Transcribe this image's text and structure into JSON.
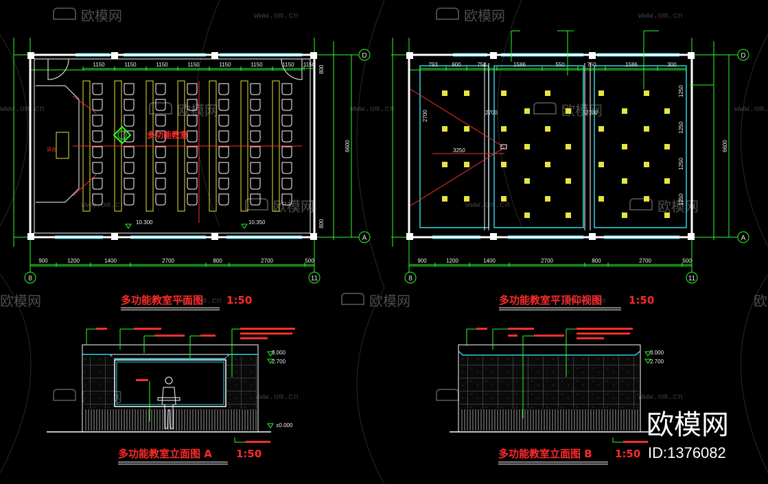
{
  "plan": {
    "title": "多功能教室平面图",
    "scale": "1:50",
    "room_label": "多功能教室",
    "podium_label": "讲台",
    "top_dims": [
      "1150",
      "1150",
      "1150",
      "1150",
      "1150",
      "1150",
      "1150",
      "1150"
    ],
    "bottom_dims": [
      "900",
      "1200",
      "1400",
      "2700",
      "800",
      "2700",
      "500"
    ],
    "right_dims": [
      "800",
      "6600",
      "800"
    ],
    "level_left": "10.300",
    "level_right": "10.350",
    "grid_top": "D",
    "grid_bottom": "A",
    "grid_left": "8",
    "grid_right": "11"
  },
  "ceiling": {
    "title": "多功能教室平顶仰视图",
    "scale": "1:50",
    "top_dims": [
      "793",
      "600",
      "750",
      "1586",
      "550",
      "750",
      "1586",
      "300"
    ],
    "right_dims": [
      "1250",
      "1250",
      "1250",
      "1250"
    ],
    "total_right": "6600",
    "bottom_dims": [
      "900",
      "1200",
      "1400",
      "2700",
      "800",
      "2700",
      "500"
    ],
    "side_dims": [
      "2700",
      "2700",
      "2700"
    ],
    "inner_dim": "3250",
    "grid_top": "D",
    "grid_bottom": "A",
    "grid_left": "8",
    "grid_right": "11"
  },
  "elevation_a": {
    "title": "多功能教室立面图 A",
    "scale": "1:50",
    "levels": [
      "3.000",
      "2.700",
      "±0.000"
    ]
  },
  "elevation_b": {
    "title": "多功能教室立面图 B",
    "scale": "1:50",
    "levels": [
      "3.000",
      "2.700"
    ]
  },
  "watermarks": {
    "brand": "欧模网",
    "url": "www.om.cn",
    "big_brand": "欧模网",
    "id": "ID:1376082"
  },
  "colors": {
    "background": "#000000",
    "wall": "#ffffff",
    "grid_line": "#2aff2a",
    "title_red": "#ff2a2a",
    "cyan": "#31d6e8",
    "yellow": "#e6e640",
    "magenta": "#ff40ff",
    "blue": "#3050ff"
  }
}
